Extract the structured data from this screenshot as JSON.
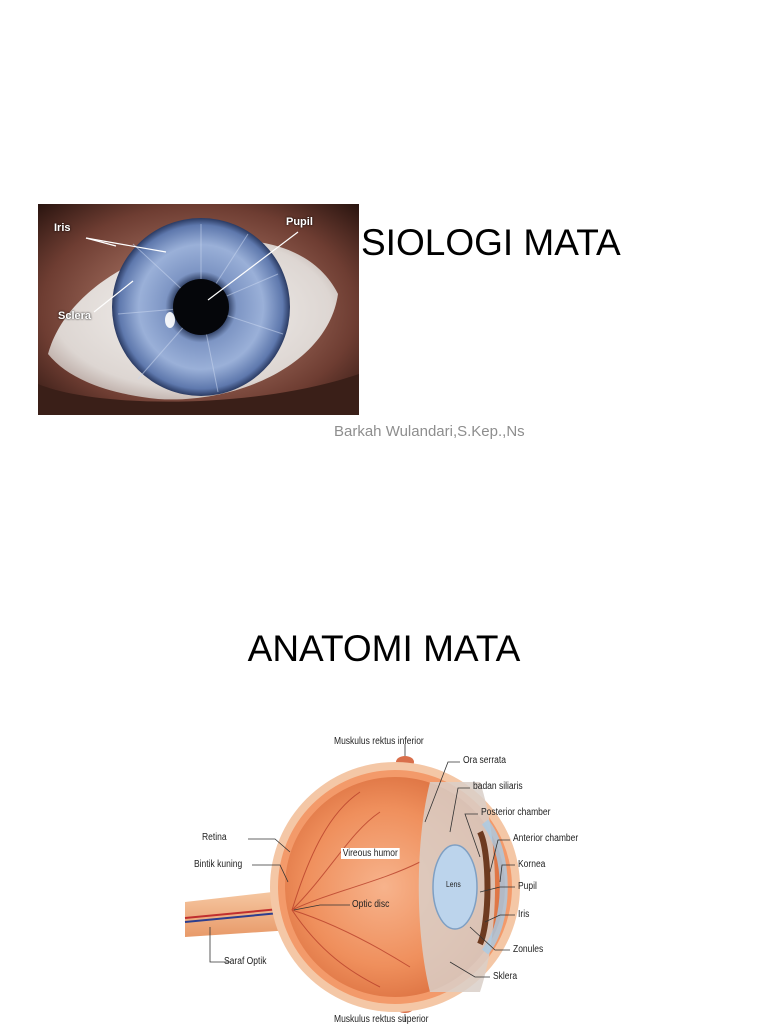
{
  "slide1": {
    "title": "SIOLOGI MATA",
    "author": "Barkah Wulandari,S.Kep.,Ns",
    "photo_labels": {
      "iris": "Iris",
      "pupil": "Pupil",
      "sclera": "Sclera"
    }
  },
  "slide2": {
    "title": "ANATOMI MATA",
    "diagram_labels": {
      "muskulus_superior": "Muskulus rektus inferior",
      "ora_serrata": "Ora serrata",
      "badan_siliaris": "badan siliaris",
      "posterior_chamber": "Posterior chamber",
      "anterior_chamber": "Anterior chamber",
      "retina": "Retina",
      "kornea": "Kornea",
      "bintik_kuning": "Bintik kuning",
      "vitreous_humor": "Vireous humor",
      "lens": "Lens",
      "pupil": "Pupil",
      "optic_disc": "Optic disc",
      "iris": "Iris",
      "zonules": "Zonules",
      "saraf_optik": "Saraf Optik",
      "sklera": "Sklera",
      "muskulus_inferior": "Muskulus rektus superior"
    }
  }
}
